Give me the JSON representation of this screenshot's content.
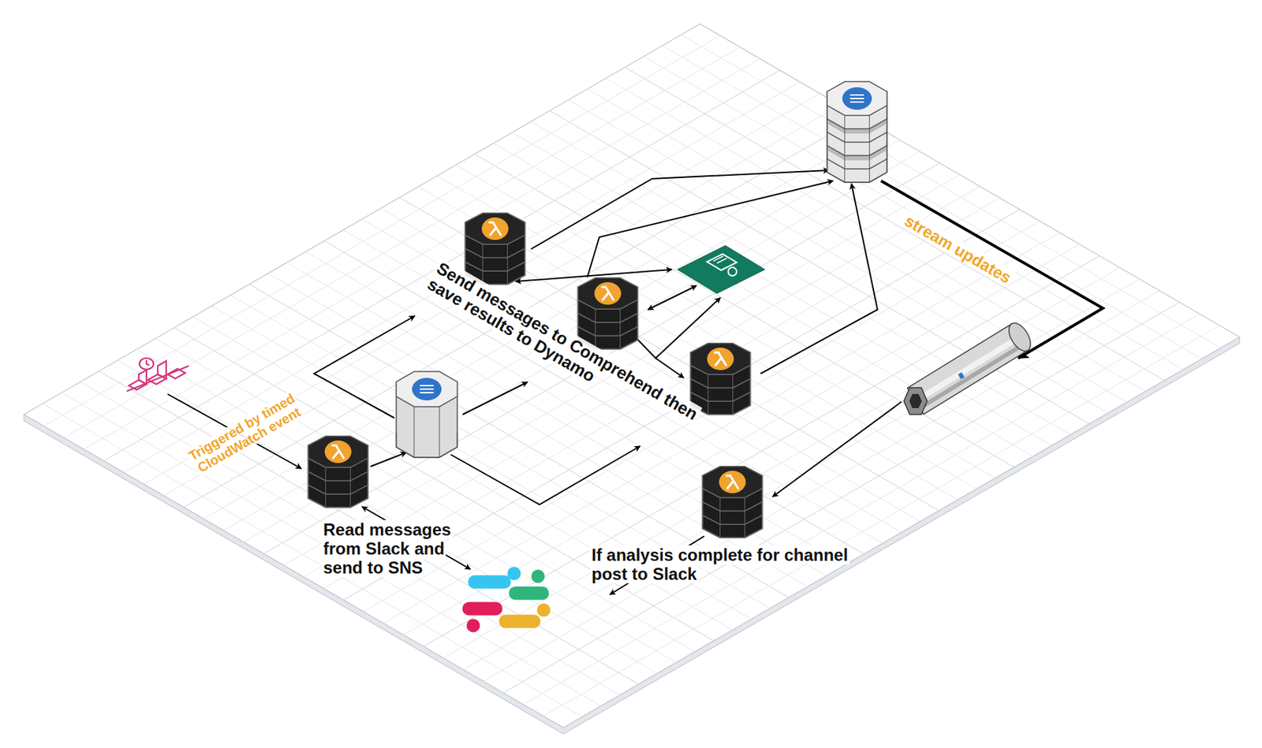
{
  "diagram": {
    "nodes": [
      {
        "text": [
          "Read messages from Slack and send to SNS"
        ]
      },
      {
        "text": [
          "If analysis complete for channel post to Slack"
        ]
      }
    ],
    "labels": [
      "Triggered by timed CloudWatch event",
      "Send messages to Comprehend then save results to Dynamo",
      "stream updates"
    ]
  }
}
